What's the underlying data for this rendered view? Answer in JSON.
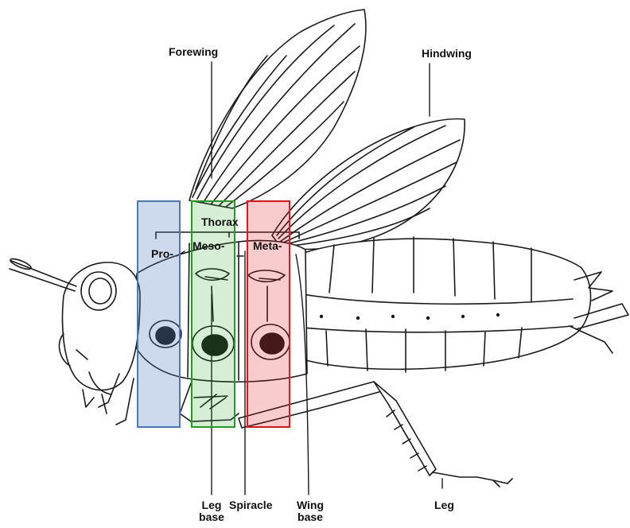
{
  "labels": {
    "forewing": "Forewing",
    "hindwing": "Hindwing",
    "thorax": "Thorax",
    "pro": "Pro-",
    "meso": "Meso-",
    "meta": "Meta-",
    "leg_base": "Leg\nbase",
    "spiracle": "Spiracle",
    "wing_base": "Wing\nbase",
    "leg": "Leg"
  },
  "highlights": {
    "prothorax": {
      "border": "#4a78c0",
      "fill": "rgba(74,120,192,0.28)"
    },
    "mesothorax": {
      "border": "#1ea01e",
      "fill": "rgba(30,160,30,0.18)"
    },
    "metathorax": {
      "border": "#e01818",
      "fill": "rgba(224,24,24,0.22)"
    }
  },
  "colors": {
    "ink": "#1a1a1a",
    "background": "#ffffff"
  }
}
